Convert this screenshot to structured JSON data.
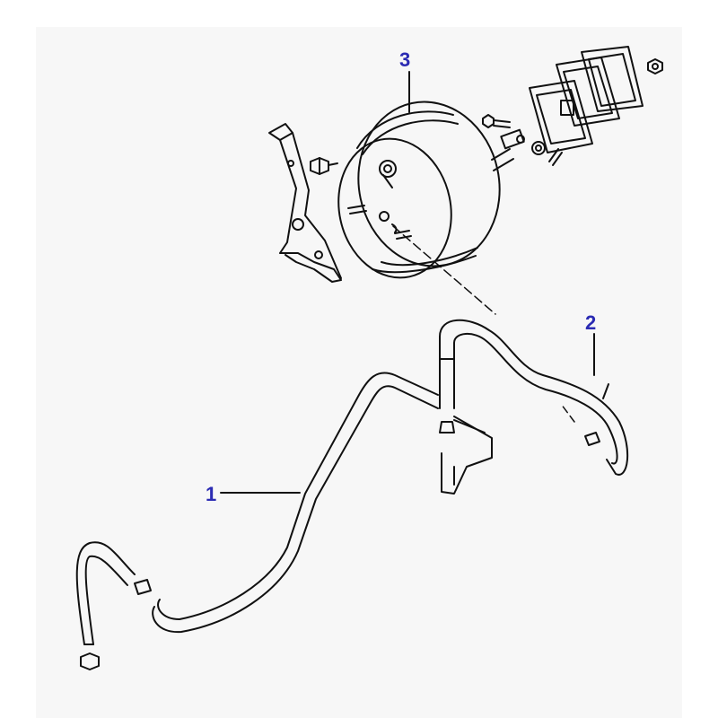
{
  "diagram": {
    "callouts": [
      {
        "id": "c1",
        "label": "1",
        "part": "vacuum-line-lower"
      },
      {
        "id": "c2",
        "label": "2",
        "part": "vacuum-hose-upper"
      },
      {
        "id": "c3",
        "label": "3",
        "part": "brake-booster"
      }
    ]
  },
  "colors": {
    "callout_text": "#2b2bb3",
    "line": "#111111",
    "backdrop": "#f7f7f7"
  }
}
